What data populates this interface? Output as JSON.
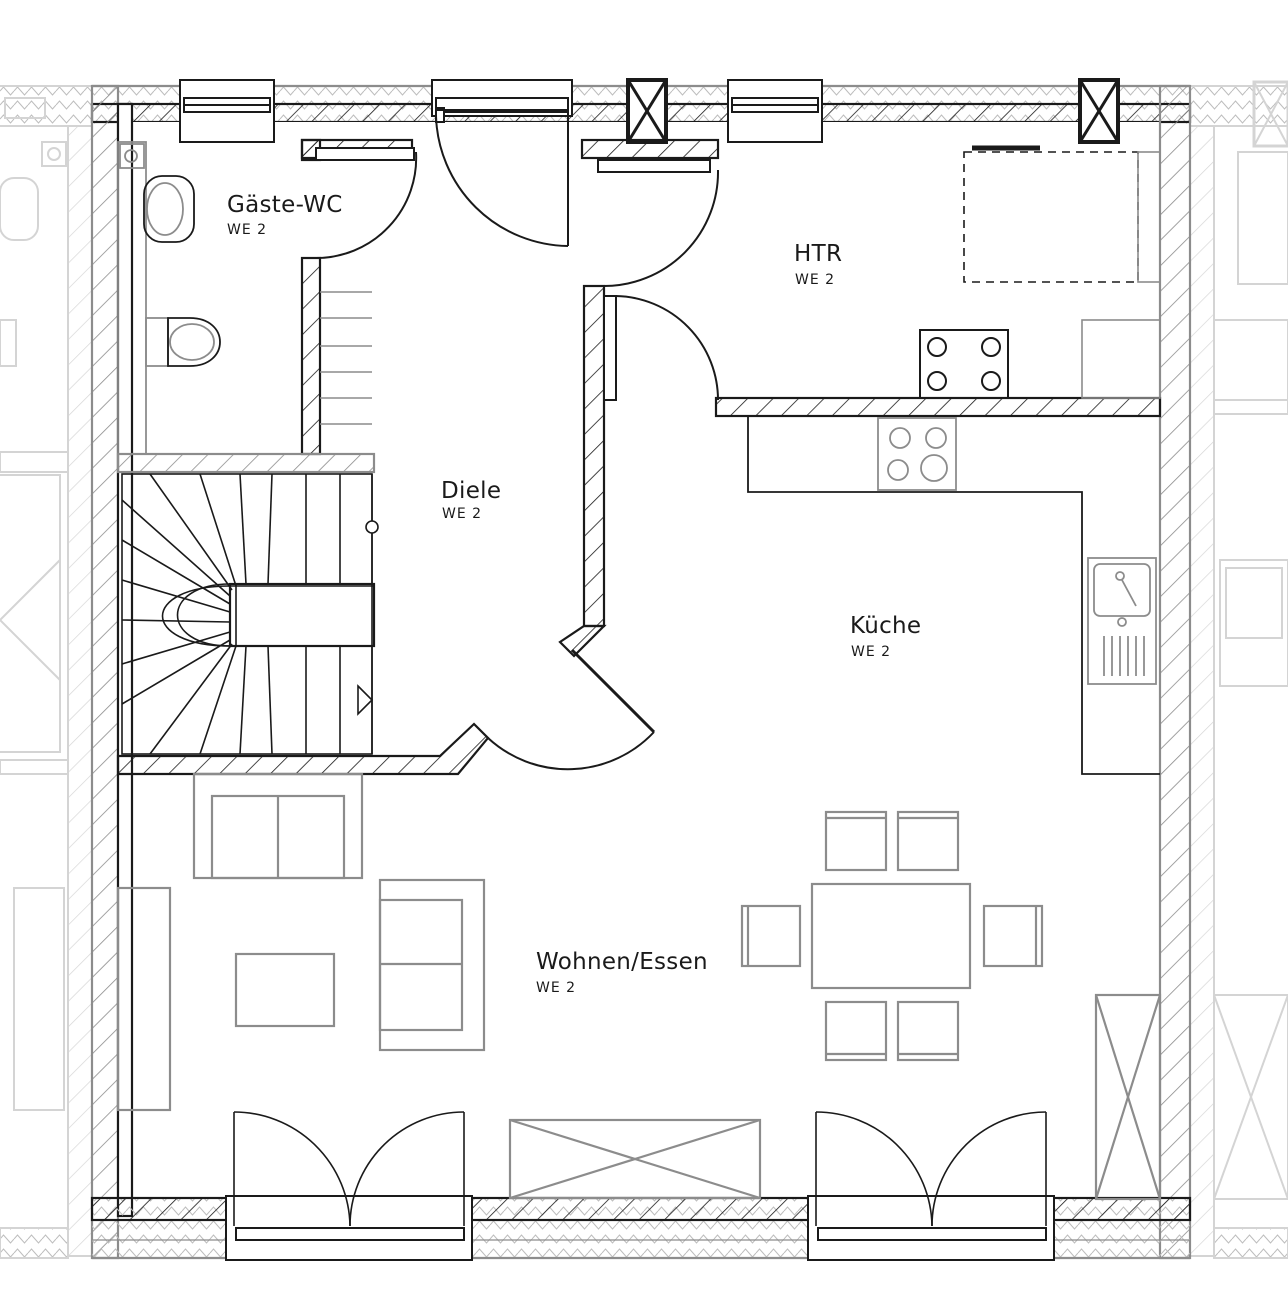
{
  "plan": {
    "rooms": [
      {
        "id": "gaeste-wc",
        "name": "Gäste-WC",
        "unit": "WE 2"
      },
      {
        "id": "htr",
        "name": "HTR",
        "unit": "WE 2"
      },
      {
        "id": "diele",
        "name": "Diele",
        "unit": "WE 2"
      },
      {
        "id": "kueche",
        "name": "Küche",
        "unit": "WE 2"
      },
      {
        "id": "wohnen-essen",
        "name": "Wohnen/Essen",
        "unit": "WE 2"
      }
    ]
  },
  "colors": {
    "wall": "#1a1a1a",
    "furniture": "#8c8c8c",
    "neighbor": "#cfcfcf",
    "background": "#ffffff"
  }
}
